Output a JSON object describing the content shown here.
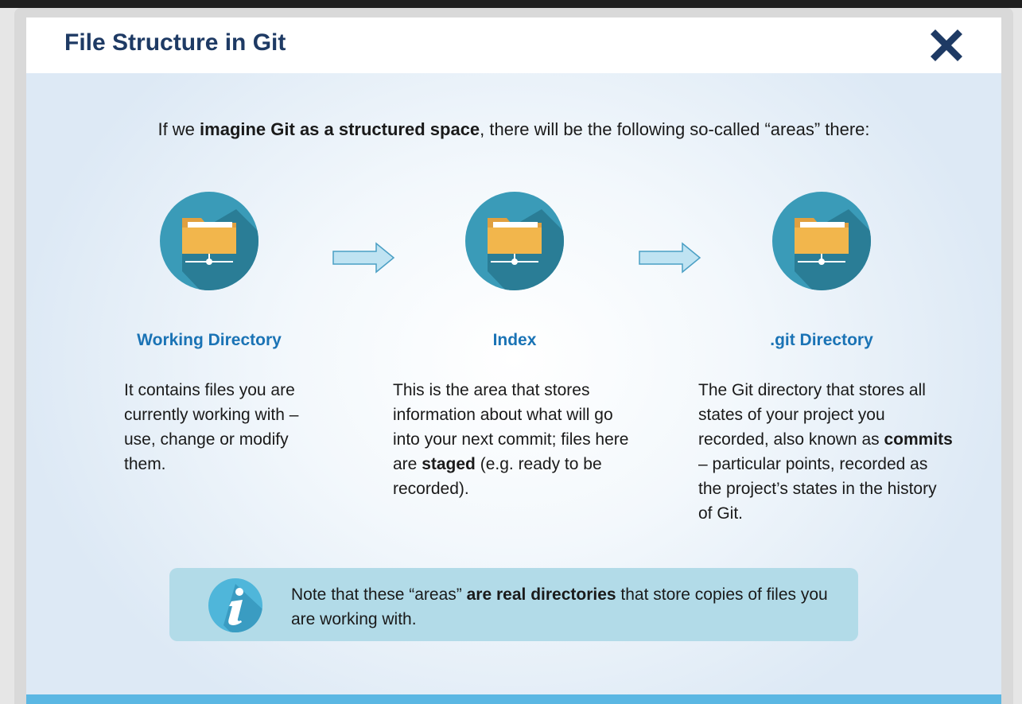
{
  "title": "File Structure in Git",
  "intro": {
    "prefix": "If we ",
    "bold": "imagine Git as a structured space",
    "suffix": ", there will be the following so-called “areas” there:"
  },
  "areas": [
    {
      "title": "Working Directory",
      "desc": [
        {
          "t": "It contains  files you are currently working with – use, change or modify them."
        }
      ]
    },
    {
      "title": "Index",
      "desc": [
        {
          "t": "This is the  area that stores information about what will go into your next commit; files here are "
        },
        {
          "t": "staged",
          "b": true
        },
        {
          "t": " (e.g. ready to be recorded)."
        }
      ]
    },
    {
      "title": ".git Directory",
      "desc": [
        {
          "t": "The Git directory that stores all states of your project you recorded, also known as "
        },
        {
          "t": "commits",
          "b": true
        },
        {
          "t": " –  particular points, recorded as the project’s states in the history of Git."
        }
      ]
    }
  ],
  "note": {
    "prefix": "Note that these “areas” ",
    "bold": "are real directories",
    "suffix": " that store copies of files you are working with."
  },
  "icons": {
    "close": "close-icon",
    "folder": "folder-network-icon",
    "arrow": "arrow-right-icon",
    "info": "info-icon"
  },
  "colors": {
    "title": "#1e3a64",
    "area_title": "#1a73b5",
    "circle": "#3a9bb8",
    "folder": "#f2b64c",
    "note_bg": "#b2dbe8",
    "footer": "#5bb7e3",
    "arrow": "#bfe3f2"
  }
}
